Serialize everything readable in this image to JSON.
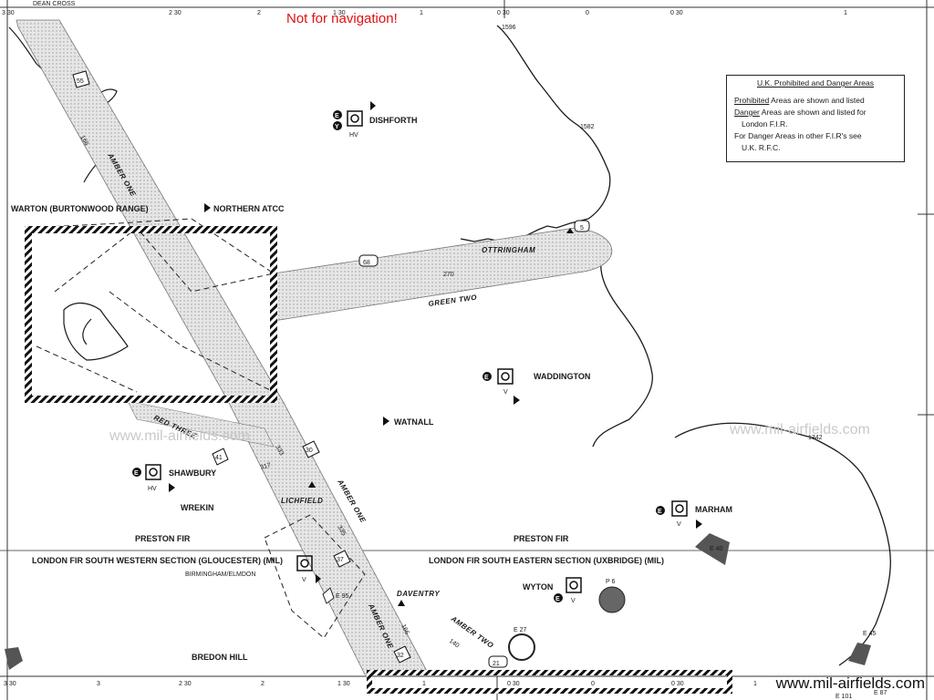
{
  "warning": "Not for navigation!",
  "source_label": "www.mil-airfields.com",
  "watermark_left": "www.mil-airfields.com",
  "watermark_right": "www.mil-airfields.com",
  "legend": {
    "title": "U.K. Prohibited and Danger Areas",
    "line1_u": "Prohibited",
    "line1": " Areas are shown and listed",
    "line2_u": "Danger",
    "line2": " Areas are shown and listed for",
    "line3": "London F.I.R.",
    "line4": "For Danger Areas in other F.I.R's see",
    "line5": "U.K. R.F.C."
  },
  "top_labels": {
    "dean_cross": "DEAN CROSS",
    "grid_1": "3 30",
    "grid_2": "2 30",
    "grid_3": "2",
    "grid_4": "1 30",
    "grid_5": "1",
    "grid_6": "0 30",
    "grid_7": "0",
    "grid_8": "0 30",
    "grid_9": "1"
  },
  "bottom_labels": {
    "grid_1": "3 30",
    "grid_2": "3",
    "grid_3": "2 30",
    "grid_4": "2",
    "grid_5": "1 30",
    "grid_6": "1",
    "grid_7": "0 30",
    "grid_8": "0",
    "grid_9": "0 30",
    "grid_10": "1"
  },
  "airfields": {
    "dishforth": "DISHFORTH",
    "waddington": "WADDINGTON",
    "shawbury": "SHAWBURY",
    "marham": "MARHAM",
    "wyton": "WYTON",
    "birmingham": "BIRMINGHAM/ELMDON",
    "watnall": "WATNALL",
    "northern_atcc": "NORTHERN ATCC",
    "warton": "WARTON (BURTONWOOD RANGE)",
    "wrekin": "WREKIN",
    "bredon_hill": "BREDON HILL",
    "lichfield": "LICHFIELD",
    "daventry": "DAVENTRY",
    "ottringham": "OTTRINGHAM"
  },
  "codes": {
    "hv": "HV",
    "v": "V",
    "e": "E",
    "y": "Y"
  },
  "routes": {
    "amber_one": "AMBER ONE",
    "green_two": "GREEN TWO",
    "red_three": "RED THREE",
    "amber_two": "AMBER TWO"
  },
  "route_numbers": {
    "r55": "55",
    "r68": "68",
    "r5": "5",
    "r41": "41",
    "r30": "30",
    "r37": "37",
    "r32": "32",
    "r21": "21"
  },
  "headings": {
    "h166a": "166",
    "h270": "270",
    "h333a": "333",
    "h317": "317",
    "h335": "335",
    "h166b": "166",
    "h140": "140"
  },
  "firs": {
    "preston_left": "PRESTON FIR",
    "preston_right": "PRESTON FIR",
    "london_sw": "LONDON FIR SOUTH WESTERN SECTION (GLOUCESTER) (MIL)",
    "london_se": "LONDON FIR SOUTH EASTERN SECTION (UXBRIDGE) (MIL)"
  },
  "areas": {
    "e40": "E 40",
    "p6": "P 6",
    "e27": "E 27",
    "e95": "E 95",
    "e45": "E 45",
    "e87": "E 87",
    "e101": "E 101"
  },
  "spot_heights": {
    "h1596": "1596",
    "h1582": "1582",
    "h1342": "1342"
  }
}
